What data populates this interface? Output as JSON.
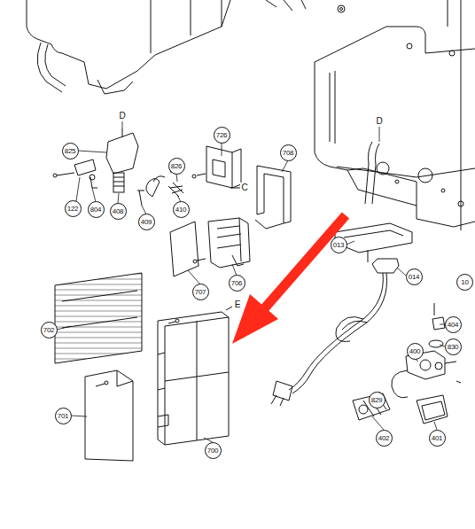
{
  "diagram": {
    "labels": [
      "825",
      "122",
      "804",
      "408",
      "409",
      "826",
      "410",
      "726",
      "708",
      "707",
      "706",
      "702",
      "701",
      "700",
      "013",
      "014",
      "10",
      "404",
      "830",
      "400",
      "829",
      "402",
      "401",
      "D",
      "D",
      "C",
      "E"
    ]
  }
}
